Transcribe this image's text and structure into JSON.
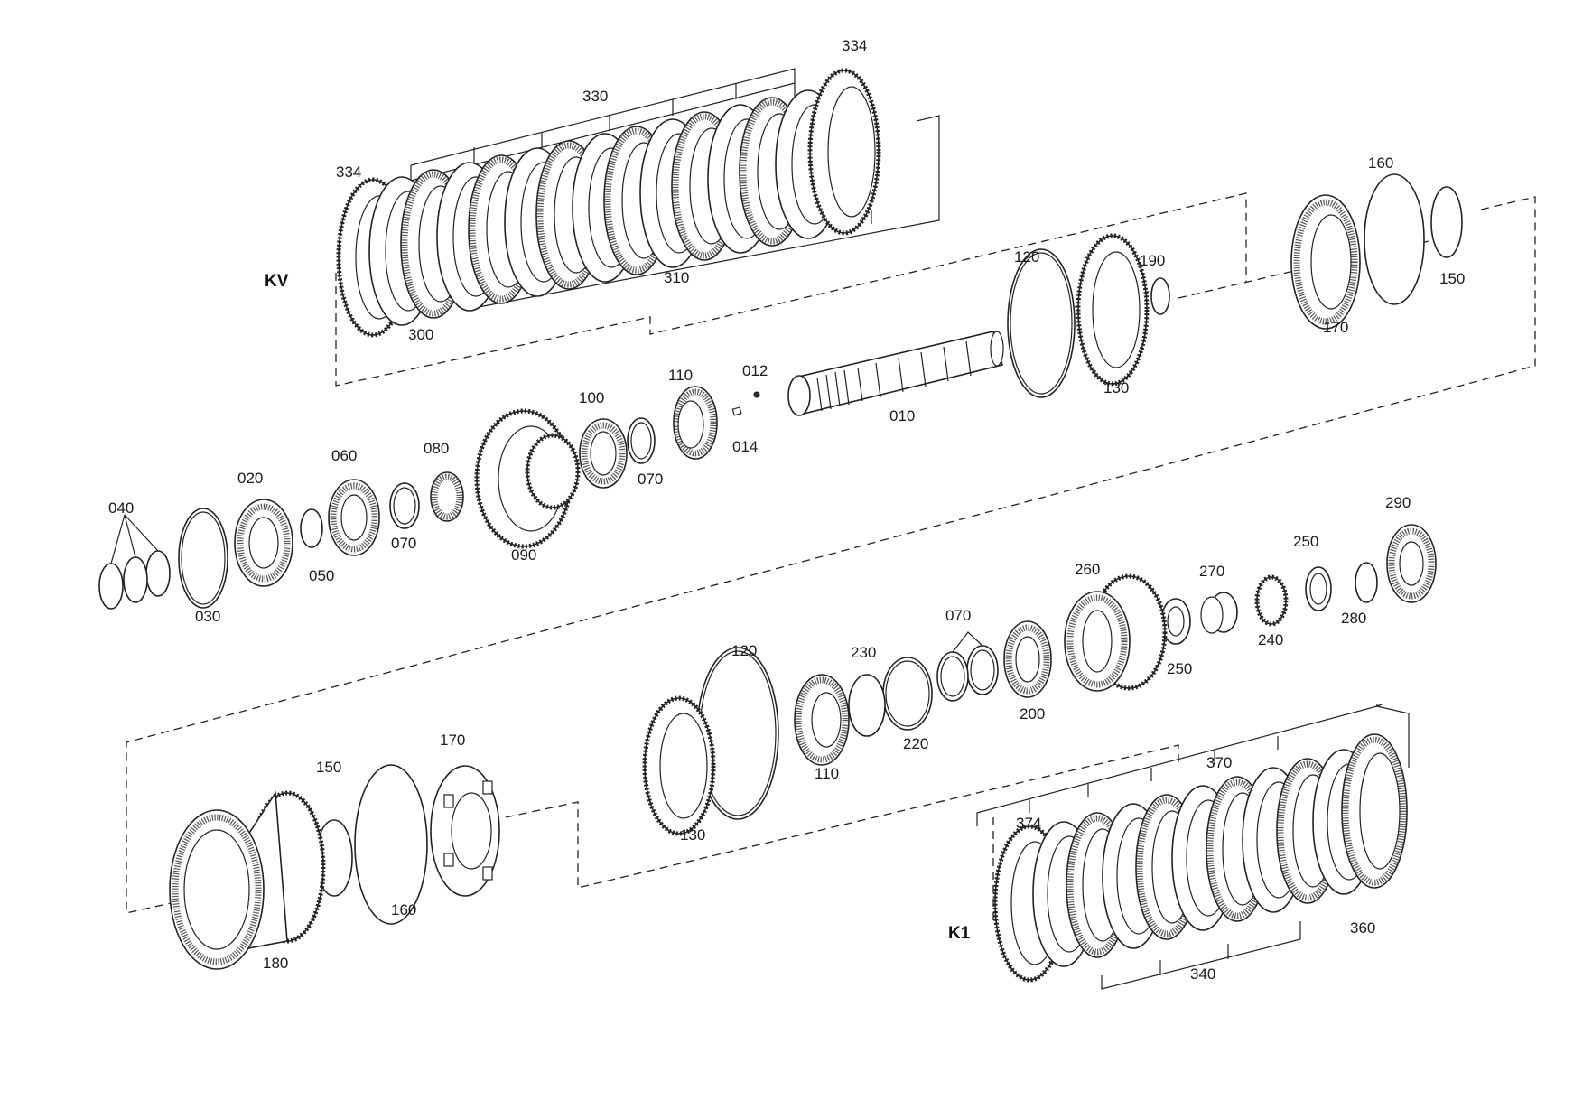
{
  "group_labels": {
    "kv": "KV",
    "k1": "K1"
  },
  "part_labels": {
    "p334a": "334",
    "p330": "330",
    "p334b": "334",
    "p310": "310",
    "p300": "300",
    "p120a": "120",
    "p190": "190",
    "p130a": "130",
    "p160a": "160",
    "p150a": "150",
    "p170a": "170",
    "p012": "012",
    "p014": "014",
    "p010": "010",
    "p110a": "110",
    "p100": "100",
    "p070a": "070",
    "p080": "080",
    "p060": "060",
    "p020": "020",
    "p040": "040",
    "p030": "030",
    "p050": "050",
    "p070b": "070",
    "p090": "090",
    "p290": "290",
    "p250a": "250",
    "p270": "270",
    "p260": "260",
    "p280": "280",
    "p240": "240",
    "p250b": "250",
    "p070c": "070",
    "p200": "200",
    "p230": "230",
    "p220": "220",
    "p120b": "120",
    "p110b": "110",
    "p130b": "130",
    "p170b": "170",
    "p150b": "150",
    "p160b": "160",
    "p180": "180",
    "p370": "370",
    "p374": "374",
    "p360": "360",
    "p340": "340"
  }
}
